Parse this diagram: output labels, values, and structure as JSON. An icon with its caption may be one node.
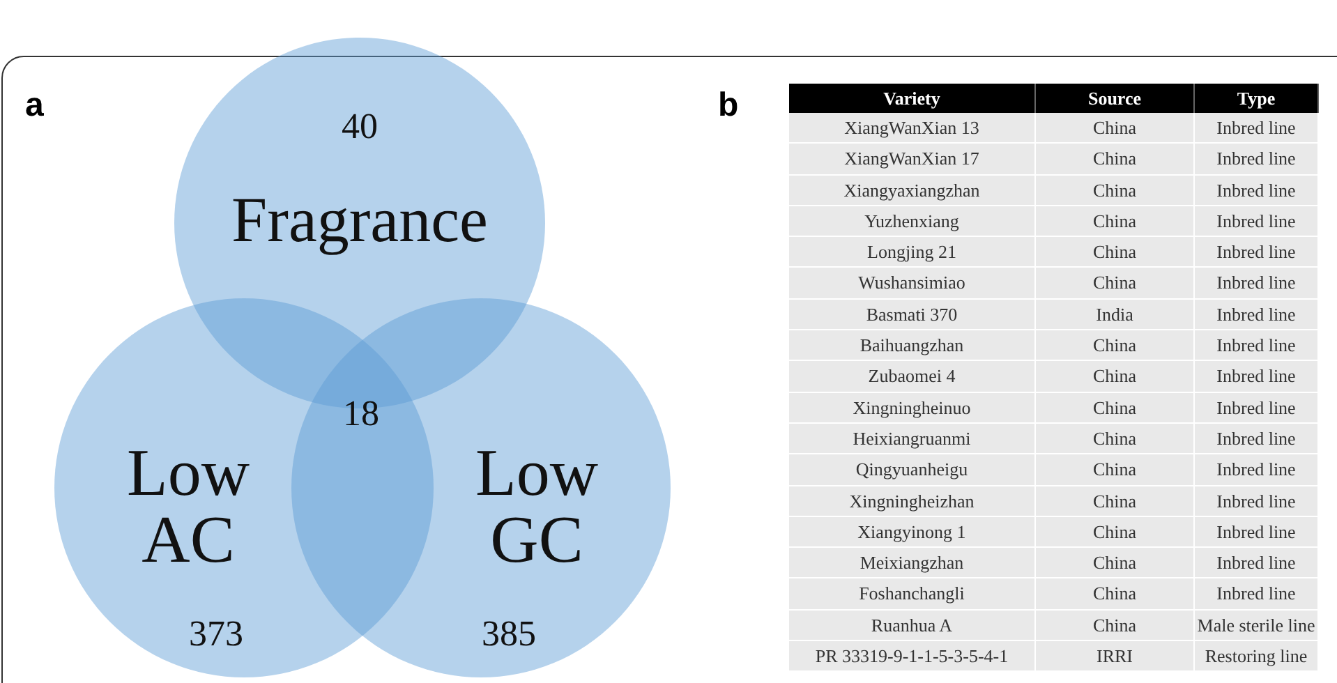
{
  "diagram": {
    "nodes": [
      {
        "text": [
          "40",
          "Fragrance"
        ]
      },
      {
        "text": [
          "Low AC",
          "373"
        ]
      },
      {
        "text": [
          "Low GC",
          "385"
        ]
      }
    ],
    "labels": [
      "a",
      "18",
      "b",
      "Variety",
      "Source",
      "Type",
      "XiangWanXian 13",
      "China",
      "Inbred line",
      "XiangWanXian 17",
      "China",
      "Inbred line",
      "Xiangyaxiangzhan",
      "China",
      "Inbred line",
      "Yuzhenxiang",
      "China",
      "Inbred line",
      "Longjing 21",
      "China",
      "Inbred line",
      "Wushansimiao",
      "China",
      "Inbred line",
      "Basmati 370",
      "India",
      "Inbred line",
      "Baihuangzhan",
      "China",
      "Inbred line",
      "Zubaomei 4",
      "China",
      "Inbred line",
      "Xingningheinuo",
      "China",
      "Inbred line",
      "Heixiangruanmi",
      "China",
      "Inbred line",
      "Qingyuanheigu",
      "China",
      "Inbred line",
      "Xingningheizhan",
      "China",
      "Inbred line",
      "Xiangyinong 1",
      "China",
      "Inbred line",
      "Meixiangzhan",
      "China",
      "Inbred line",
      "Foshanchangli",
      "China",
      "Inbred line",
      "Ruanhua A",
      "China",
      "Male sterile line",
      "PR 33319-9-1-1-5-3-5-4-1",
      "IRRI",
      "Restoring line"
    ]
  }
}
